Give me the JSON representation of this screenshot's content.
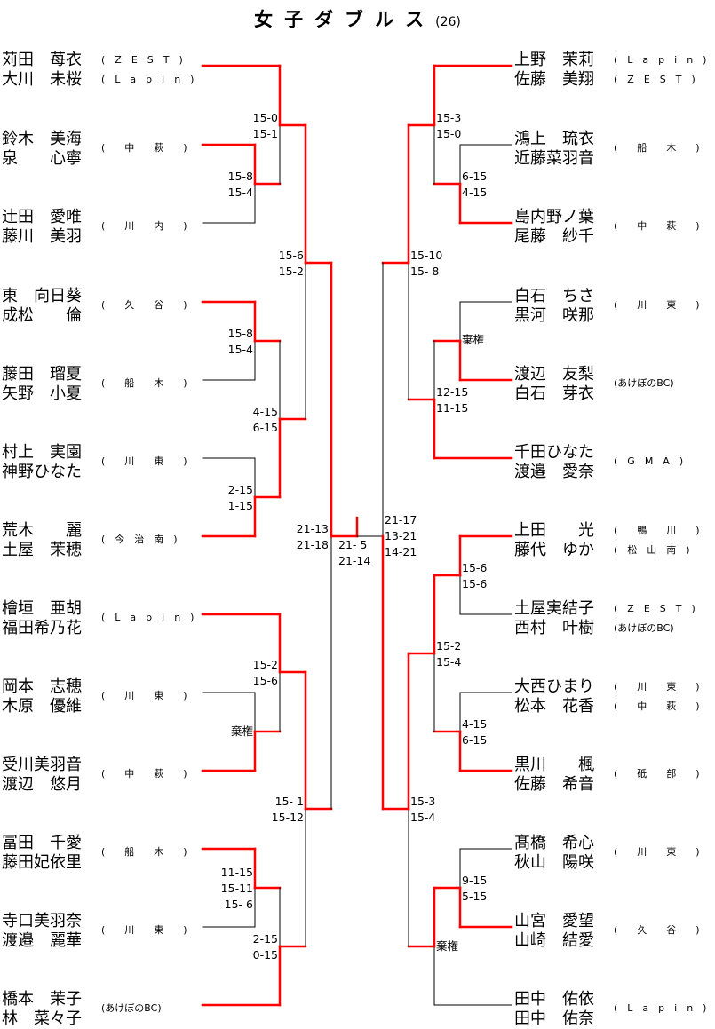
{
  "title": {
    "main": "女子ダブルス",
    "count": "(26)"
  },
  "colors": {
    "winner_line": "#ff0000",
    "line": "#000000"
  },
  "left_entries": [
    {
      "players": [
        "苅田　苺衣",
        "大川　未桜"
      ],
      "clubs": [
        "(　Z　E　S　T　)",
        "(　L　a　p　i　n　)"
      ]
    },
    {
      "players": [
        "鈴木　美海",
        "泉　　心寧"
      ],
      "clubs": [
        "(　　中　　萩　　)"
      ]
    },
    {
      "players": [
        "辻田　愛唯",
        "藤川　美羽"
      ],
      "clubs": [
        "(　　川　　内　　)"
      ]
    },
    {
      "players": [
        "東　向日葵",
        "成松　　倫"
      ],
      "clubs": [
        "(　　久　　谷　　)"
      ]
    },
    {
      "players": [
        "藤田　瑠夏",
        "矢野　小夏"
      ],
      "clubs": [
        "(　　船　　木　　)"
      ]
    },
    {
      "players": [
        "村上　実園",
        "神野ひなた"
      ],
      "clubs": [
        "(　　川　　東　　)"
      ]
    },
    {
      "players": [
        "荒木　　麗",
        "土屋　茉穂"
      ],
      "clubs": [
        "(　今　治　南　)"
      ]
    },
    {
      "players": [
        "檜垣　亜胡",
        "福田希乃花"
      ],
      "clubs": [
        "(　L　a　p　i　n　)"
      ]
    },
    {
      "players": [
        "岡本　志穂",
        "木原　優維"
      ],
      "clubs": [
        "(　　川　　東　　)"
      ]
    },
    {
      "players": [
        "受川美羽音",
        "渡辺　悠月"
      ],
      "clubs": [
        "(　　中　　萩　　)"
      ]
    },
    {
      "players": [
        "冨田　千愛",
        "藤田妃依里"
      ],
      "clubs": [
        "(　　船　　木　　)"
      ]
    },
    {
      "players": [
        "寺口美羽奈",
        "渡邉　麗華"
      ],
      "clubs": [
        "(　　川　　東　　)"
      ]
    },
    {
      "players": [
        "橋本　茉子",
        "林　菜々子"
      ],
      "clubs": [
        "(あけぼのBC)"
      ]
    }
  ],
  "right_entries": [
    {
      "players": [
        "上野　茉莉",
        "佐藤　美翔"
      ],
      "clubs": [
        "(　L　a　p　i　n　)",
        "(　Z　E　S　T　)"
      ]
    },
    {
      "players": [
        "鴻上　琉衣",
        "近藤菜羽音"
      ],
      "clubs": [
        "(　　船　　木　　)"
      ]
    },
    {
      "players": [
        "島内野ノ葉",
        "尾藤　紗千"
      ],
      "clubs": [
        "(　　中　　萩　　)"
      ]
    },
    {
      "players": [
        "白石　ちさ",
        "黒河　咲那"
      ],
      "clubs": [
        "(　　川　　東　　)"
      ]
    },
    {
      "players": [
        "渡辺　友梨",
        "白石　芽衣"
      ],
      "clubs": [
        "(あけぼのBC)"
      ]
    },
    {
      "players": [
        "千田ひなた",
        "渡邉　愛奈"
      ],
      "clubs": [
        "(　G　M　A　)"
      ]
    },
    {
      "players": [
        "上田　　光",
        "藤代　ゆか"
      ],
      "clubs": [
        "(　　鴨　　川　　)",
        "(　松　山　南　)"
      ]
    },
    {
      "players": [
        "土屋実結子",
        "西村　叶樹"
      ],
      "clubs": [
        "(　Z　E　S　T　)",
        "(あけぼのBC)"
      ]
    },
    {
      "players": [
        "大西ひまり",
        "松本　花香"
      ],
      "clubs": [
        "(　　川　　東　　)",
        "(　　中　　萩　　)"
      ]
    },
    {
      "players": [
        "黒川　　楓",
        "佐藤　希音"
      ],
      "clubs": [
        "(　　砥　　部　　)"
      ]
    },
    {
      "players": [
        "髙橋　希心",
        "秋山　陽咲"
      ],
      "clubs": [
        "(　　川　　東　　)"
      ]
    },
    {
      "players": [
        "山宮　愛望",
        "山崎　結愛"
      ],
      "clubs": [
        "(　　久　　谷　　)"
      ]
    },
    {
      "players": [
        "田中　佑依",
        "田中　佑奈"
      ],
      "clubs": [
        "(　L　a　p　i　n　)"
      ]
    }
  ],
  "scores": {
    "left": {
      "r1_a": [
        "15-8",
        "15-4"
      ],
      "r2_a": [
        "15-0",
        "15-1"
      ],
      "r1_b": [
        "15-8",
        "15-4"
      ],
      "r1_c": [
        "2-15",
        "1-15"
      ],
      "r2_b": [
        "4-15",
        "6-15"
      ],
      "r3_a": [
        "15-6",
        "15-2"
      ],
      "r1_d": [
        "棄権"
      ],
      "r2_c": [
        "15-2",
        "15-6"
      ],
      "r1_e": [
        "11-15",
        "15-11",
        "15- 6"
      ],
      "r2_d": [
        "2-15",
        "0-15"
      ],
      "r3_b": [
        "15- 1",
        "15-12"
      ],
      "semi": [
        "21-13",
        "21-18"
      ]
    },
    "final": [
      "21- 5",
      "21-14"
    ],
    "right": {
      "r2_a": [
        "15-3",
        "15-0"
      ],
      "r1_a": [
        "6-15",
        "4-15"
      ],
      "r3_a": [
        "15-10",
        "15- 8"
      ],
      "r1_b": [
        "棄権"
      ],
      "r2_b": [
        "12-15",
        "11-15"
      ],
      "semi": [
        "21-17",
        "13-21",
        "14-21"
      ],
      "r1_c": [
        "15-6",
        "15-6"
      ],
      "r2_c": [
        "15-2",
        "15-4"
      ],
      "r1_d": [
        "4-15",
        "6-15"
      ],
      "r3_b": [
        "15-3",
        "15-4"
      ],
      "r1_e": [
        "9-15",
        "5-15"
      ],
      "r2_d": [
        "棄権"
      ]
    }
  }
}
